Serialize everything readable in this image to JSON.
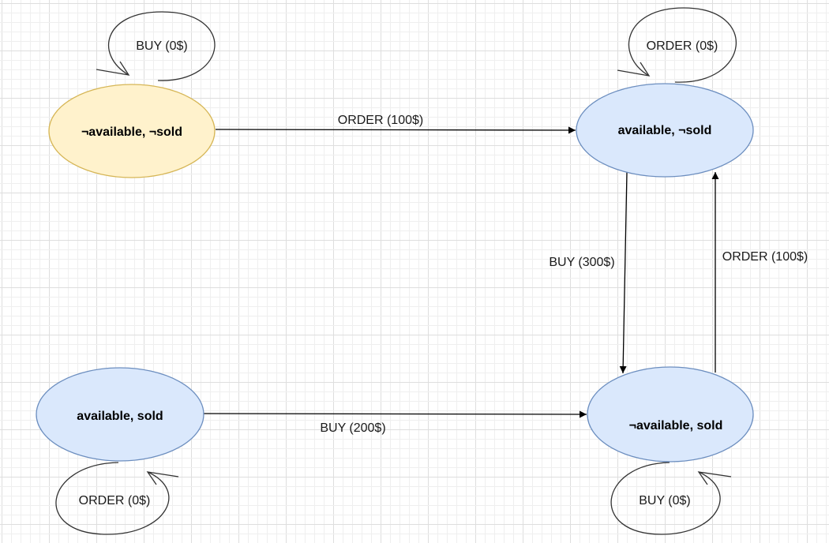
{
  "colors": {
    "node_yellow_fill": "#fff2cc",
    "node_yellow_stroke": "#d6b656",
    "node_blue_fill": "#dae8fc",
    "node_blue_stroke": "#6c8ebf"
  },
  "nodes": {
    "not_available_not_sold": "¬available, ¬sold",
    "available_not_sold": "available, ¬sold",
    "available_sold": "available, sold",
    "not_available_sold": "¬available, sold"
  },
  "edges": {
    "order_100_top": "ORDER (100$)",
    "buy_300": "BUY (300$)",
    "order_100_right": "ORDER (100$)",
    "buy_200": "BUY (200$)"
  },
  "self_loops": {
    "buy_0_top_left": "BUY (0$)",
    "order_0_top_right": "ORDER (0$)",
    "order_0_bottom_left": "ORDER (0$)",
    "buy_0_bottom_right": "BUY (0$)"
  }
}
